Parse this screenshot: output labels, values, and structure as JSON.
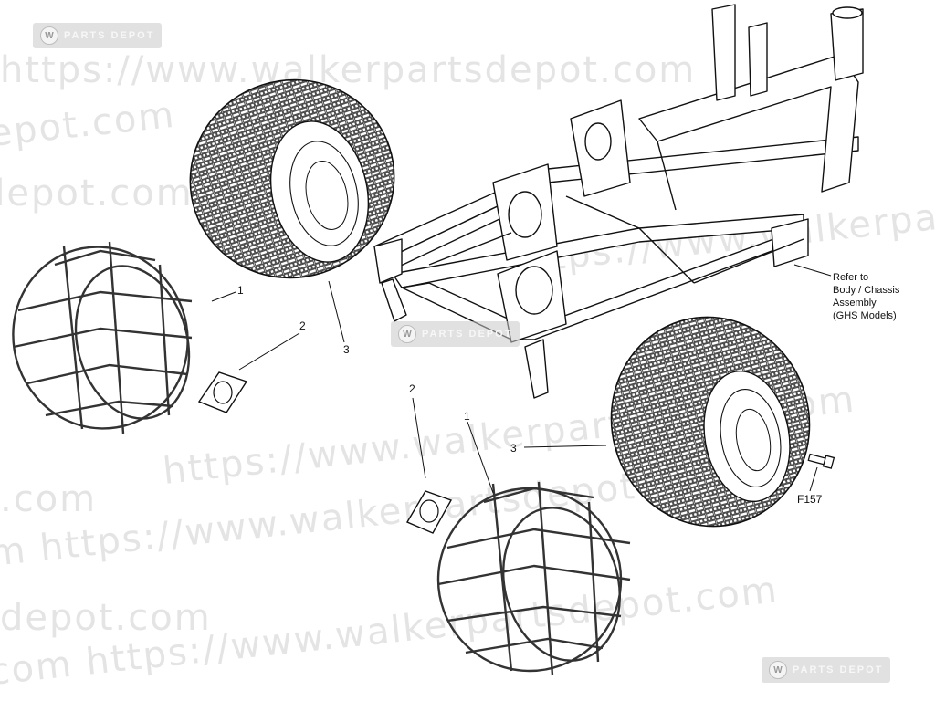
{
  "watermark": {
    "text": "https://www.walkerpartsdepot.com",
    "fragments": [
      "https://www.walkerpartsdepot.com",
      "epot.com",
      "depot.com",
      "https://www.walkerpartsdepot.com",
      "https://www.walkerpartsdepot.com",
      ".com",
      "m   https://www.walkerpartsdepot.com",
      "depot.com",
      "com   https://www.walkerpartsdepot.com"
    ],
    "badge_label": "PARTS DEPOT",
    "badge_logo": "W"
  },
  "callouts": {
    "left_chain": "1",
    "left_plate": "2",
    "left_tire": "3",
    "right_plate": "2",
    "right_chain": "1",
    "right_tire": "3",
    "bolt": "F157"
  },
  "reference_note": {
    "line1": "Refer to",
    "line2": "Body / Chassis Assembly",
    "line3": "(GHS Models)"
  },
  "colors": {
    "line": "#111111",
    "watermark": "#e4e4e4",
    "background": "#ffffff"
  }
}
